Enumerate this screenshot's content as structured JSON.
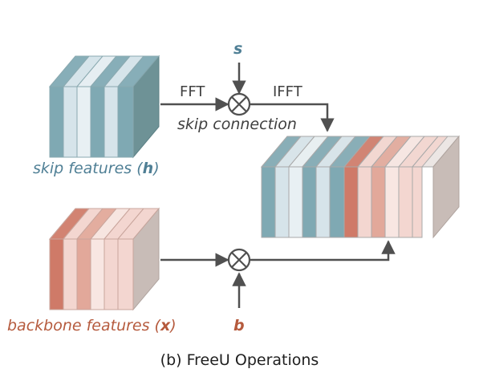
{
  "diagram": {
    "labels": {
      "fft": "FFT",
      "ifft": "IFFT",
      "s": "s",
      "skip_connection": "skip connection",
      "skip_features_prefix": "skip features (",
      "skip_features_var": "h",
      "skip_features_suffix": ")",
      "backbone_features_prefix": "backbone features (",
      "backbone_features_var": "x",
      "backbone_features_suffix": ")",
      "b": "b"
    },
    "caption": "(b) FreeU Operations",
    "colors": {
      "skip_accent": "#4f7f95",
      "backbone_accent": "#b55a3d",
      "arrow": "#505050",
      "teal_dark": "#7fa9b3",
      "teal_light": "#d6e4ea",
      "red_dark": "#cf7a68",
      "red_mid": "#e2a89a",
      "red_light": "#f3d6d0",
      "side_teal": "#6e9296",
      "side_grey": "#c8bcb7"
    }
  }
}
